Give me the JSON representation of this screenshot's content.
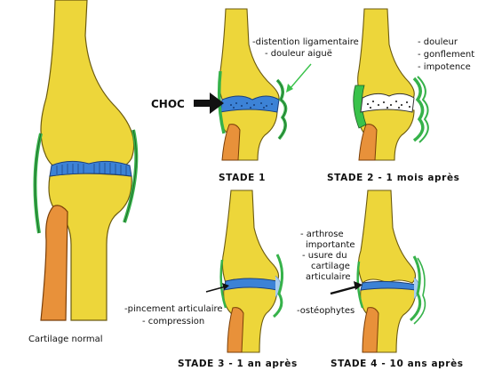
{
  "colors": {
    "bone": "#EDD63A",
    "bone_outline": "#6b5a10",
    "fibula": "#E8913A",
    "cartilage": "#3C82D6",
    "ligament": "#36B24A",
    "joint_fluid": "#A8CCEF",
    "arrow_green": "#39C24A",
    "ink": "#111111"
  },
  "labels": {
    "normal": "Cartilage normal",
    "choc": "CHOC",
    "stage1": {
      "title": "STADE 1",
      "notes": [
        "-distention ligamentaire",
        "- douleur aiguë"
      ]
    },
    "stage2": {
      "title": "STADE 2  -  1 mois après",
      "notes": [
        "- douleur",
        "- gonflement",
        "- impotence"
      ]
    },
    "stage3": {
      "title": "STADE 3 - 1 an après",
      "notes": [
        "-pincement articulaire",
        "- compression"
      ]
    },
    "stage4": {
      "title": "STADE 4 - 10 ans après",
      "notes": [
        "- arthrose",
        "importante",
        "- usure du",
        "cartilage",
        "articulaire",
        "-ostéophytes"
      ]
    }
  }
}
